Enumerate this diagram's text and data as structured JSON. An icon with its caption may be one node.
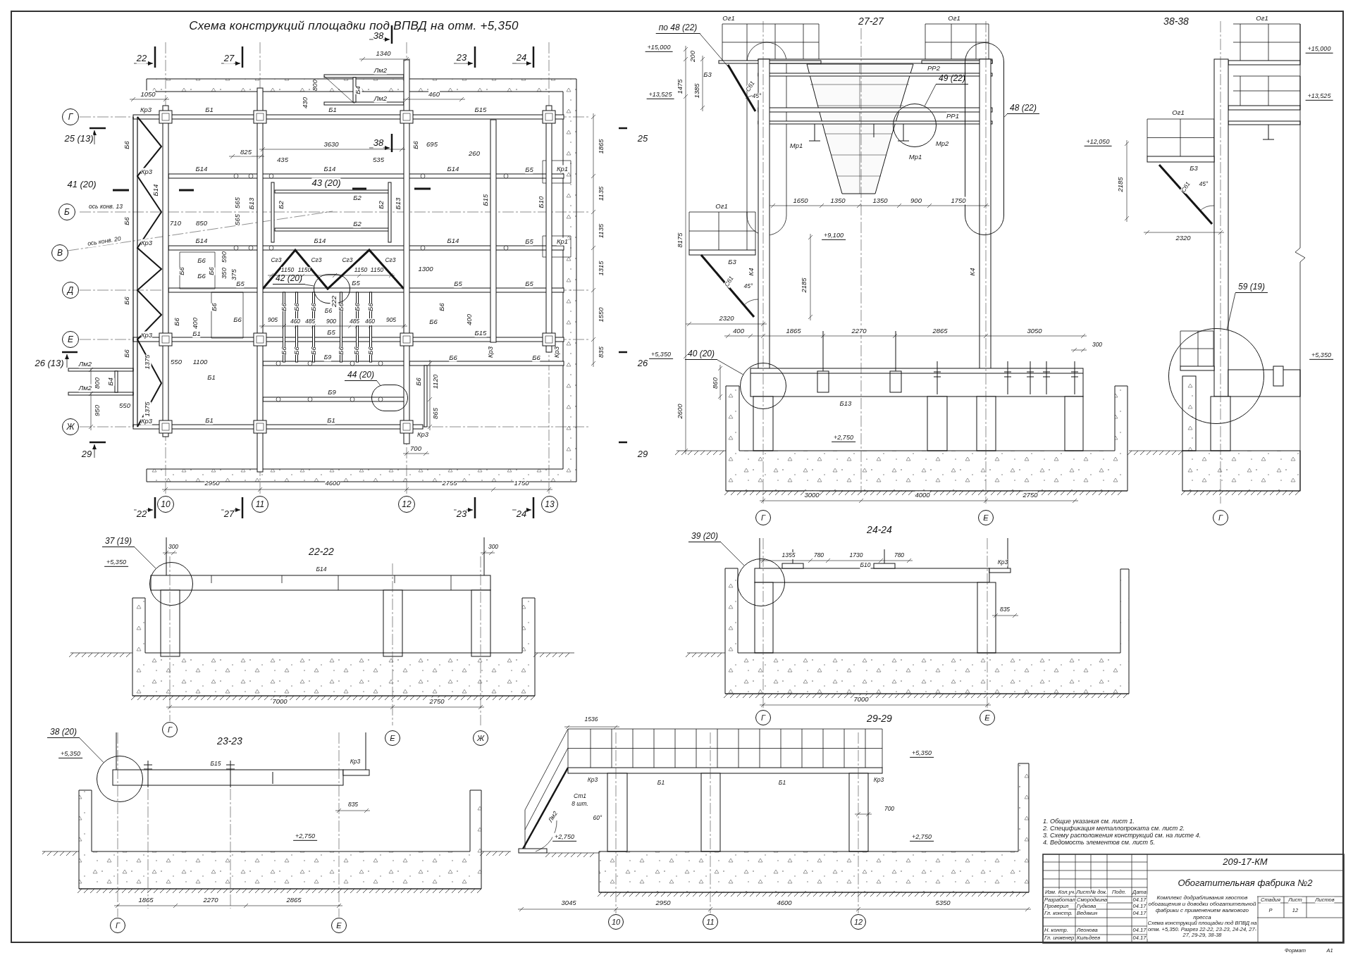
{
  "diagram": {
    "title": "Схема конструкций площадки под ВПВД на отм. +5,350",
    "nodes": [
      {
        "text": [
          "Г"
        ]
      },
      {
        "text": [
          "Б"
        ]
      },
      {
        "text": [
          "В"
        ]
      },
      {
        "text": [
          "Д"
        ]
      },
      {
        "text": [
          "Е"
        ]
      },
      {
        "text": [
          "Ж"
        ]
      },
      {
        "text": [
          "10"
        ]
      },
      {
        "text": [
          "11"
        ]
      },
      {
        "text": [
          "12"
        ]
      },
      {
        "text": [
          "13"
        ]
      },
      {
        "text": [
          "42 (20)"
        ]
      },
      {
        "text": [],
        "shape": "oval"
      },
      {
        "text": [
          "44 (20)"
        ]
      },
      {
        "text": [],
        "shape": "oval"
      },
      {
        "text": [
          "по 48 (22)"
        ]
      },
      {
        "text": [
          "49 (22)"
        ]
      },
      {
        "text": [],
        "shape": "circle"
      },
      {
        "text": [
          "48 (22)"
        ]
      },
      {
        "text": [],
        "shape": "oval"
      },
      {
        "text": [
          "40 (20)"
        ]
      },
      {
        "text": [],
        "shape": "circle"
      },
      {
        "text": [
          "Г"
        ]
      },
      {
        "text": [
          "Е"
        ]
      },
      {
        "text": [
          "59 (19)"
        ]
      },
      {
        "text": [],
        "shape": "circle"
      },
      {
        "text": [
          "Г"
        ]
      },
      {
        "text": [
          "37 (19)"
        ]
      },
      {
        "text": [],
        "shape": "circle"
      },
      {
        "text": [
          "Г"
        ]
      },
      {
        "text": [
          "Е"
        ]
      },
      {
        "text": [
          "Ж"
        ]
      },
      {
        "text": [
          "39 (20)"
        ]
      },
      {
        "text": [],
        "shape": "circle"
      },
      {
        "text": [
          "Г"
        ]
      },
      {
        "text": [
          "Е"
        ]
      },
      {
        "text": [
          "38 (20)"
        ]
      },
      {
        "text": [],
        "shape": "circle"
      },
      {
        "text": [
          "Г"
        ]
      },
      {
        "text": [
          "Е"
        ]
      },
      {
        "text": [
          "10"
        ]
      },
      {
        "text": [
          "11"
        ]
      },
      {
        "text": [
          "12"
        ]
      }
    ],
    "edges": [
      {
        "from": 10,
        "to": 11,
        "arrow": "none"
      },
      {
        "from": 12,
        "to": 13,
        "arrow": "none"
      },
      {
        "from": 14,
        "to": null,
        "arrow": "none"
      },
      {
        "from": 15,
        "to": 16,
        "arrow": "none"
      },
      {
        "from": 17,
        "to": 18,
        "arrow": "none"
      },
      {
        "from": 19,
        "to": 20,
        "arrow": "none"
      },
      {
        "from": 23,
        "to": 24,
        "arrow": "none"
      },
      {
        "from": 26,
        "to": 27,
        "arrow": "none"
      },
      {
        "from": 31,
        "to": 32,
        "arrow": "none"
      },
      {
        "from": 35,
        "to": 36,
        "arrow": "none"
      }
    ],
    "labels": [
      "22",
      "27",
      "38",
      "23",
      "24",
      "1340",
      "Лм2",
      "800",
      "Б4",
      "1050",
      "460",
      "Лм2",
      "430",
      "Кр3",
      "Б1",
      "Б1",
      "Б15",
      "25 (13)",
      "25",
      "38",
      "Б6",
      "Б6",
      "3630",
      "695",
      "1865",
      "825",
      "260",
      "435",
      "535",
      "Кр3",
      "Б14",
      "Б14",
      "Б14",
      "Б5",
      "Кр1",
      "41 (20)",
      "43 (20)",
      "Б14",
      "1135",
      "Б2",
      "565",
      "Б13",
      "Б2",
      "Б2",
      "Б13",
      "Б15",
      "Б10",
      "ось конв. 13",
      "Б6",
      "710",
      "850",
      "565",
      "Б2",
      "1135",
      "ось конв. 20",
      "Кр3",
      "Б14",
      "Б14",
      "Б14",
      "Б5",
      "Кр1",
      "590",
      "Б6",
      "Сг3",
      "Сг3",
      "Сг3",
      "Сг3",
      "1300",
      "1315",
      "1150",
      "1150",
      "1150",
      "1150",
      "Б6",
      "Б6",
      "350",
      "Б6",
      "375",
      "Б5",
      "Б5",
      "Б5",
      "Б5",
      "Б6",
      "222",
      "Б6",
      "Б6",
      "Б6",
      "Б6",
      "Б6",
      "Б6",
      "Б6",
      "Б6",
      "Б6",
      "1550",
      "905",
      "460",
      "485",
      "900",
      "485",
      "460",
      "905",
      "Б6",
      "Б6",
      "400",
      "Б6",
      "400",
      "Кр3",
      "Б1",
      "Б5",
      "Б15",
      "Б6",
      "Б6",
      "Б6",
      "Б6",
      "Б6",
      "Б6",
      "Б6",
      "Кр3",
      "Кр3",
      "835",
      "Б9",
      "Б6",
      "Б6",
      "26 (13)",
      "Лм2",
      "1375",
      "550",
      "1100",
      "26",
      "Б1",
      "800",
      "Б4",
      "Б6",
      "1120",
      "Лм2",
      "Б9",
      "950",
      "550",
      "1375",
      "865",
      "Кр3",
      "Б1",
      "Б1",
      "Кр3",
      "29",
      "29",
      "700",
      "2950",
      "4600",
      "2755",
      "1750",
      "22",
      "27",
      "23",
      "24",
      "27-27",
      "Ог1",
      "Ог1",
      "+15,000",
      "200",
      "РР2",
      "Б3",
      "Сб1",
      "45°",
      "1475",
      "1385",
      "+13,525",
      "РР1",
      "Мр1",
      "Мр2",
      "Мр1",
      "1650",
      "1350",
      "1350",
      "900",
      "1750",
      "Ог1",
      "+9,100",
      "8175",
      "Б3",
      "К4",
      "К4",
      "Сб1",
      "45°",
      "2185",
      "2320",
      "400",
      "1865",
      "2270",
      "2865",
      "3050",
      "300",
      "+5,350",
      "860",
      "Б13",
      "2600",
      "+2,750",
      "3000",
      "4000",
      "2750",
      "24-24",
      "38-38",
      "Ог1",
      "+15,000",
      "+13,525",
      "Ог1",
      "+12,050",
      "Б3",
      "Сб1",
      "45°",
      "2185",
      "2320",
      "+5,350",
      "300",
      "22-22",
      "300",
      "+5,350",
      "Б14",
      "7000",
      "2750",
      "1355",
      "780",
      "1730",
      "780",
      "Б10",
      "Кр3",
      "835",
      "7000",
      "23-23",
      "+5,350",
      "Б15",
      "Кр3",
      "835",
      "+2,750",
      "1865",
      "2270",
      "2865",
      "1536",
      "29-29",
      "+5,350",
      "Кр3",
      "Б1",
      "Б1",
      "Кр3",
      "Ст1",
      "8 шт.",
      "700",
      "Лм2",
      "60°",
      "+2,750",
      "+2,750",
      "3045",
      "2950",
      "4600",
      "5350",
      "1. Общие указания см. лист 1.",
      "2. Спецификация металлопроката см. лист 2.",
      "3. Схему расположения конструкций см. на листе 4.",
      "4. Ведомость элементов см. лист 5.",
      "209-17-КМ",
      "Обогатительная фабрика №2",
      "Изм.",
      "Кол.уч.",
      "Лист",
      "№ док.",
      "Подп.",
      "Дата",
      "Разработал",
      "Смородкина",
      "04.17",
      "Комплекс додрабливания хвостов обогащения и доводки обогатительной фабрики с применением валкового пресса",
      "Стадия",
      "Лист",
      "Листов",
      "Проверил",
      "Гудкова",
      "04.17",
      "Р",
      "12",
      "Гл. констр.",
      "Ведякин",
      "04.17",
      "Н. контр.",
      "Леонова",
      "04.17",
      "Схема конструкций площадки под ВПВД на отм. +5,350. Разрез 22-22, 23-23, 24-24, 27-27, 29-29, 38-38",
      "Гл. инженер",
      "Кильдеев",
      "04.17",
      "Формат",
      "А1"
    ]
  }
}
